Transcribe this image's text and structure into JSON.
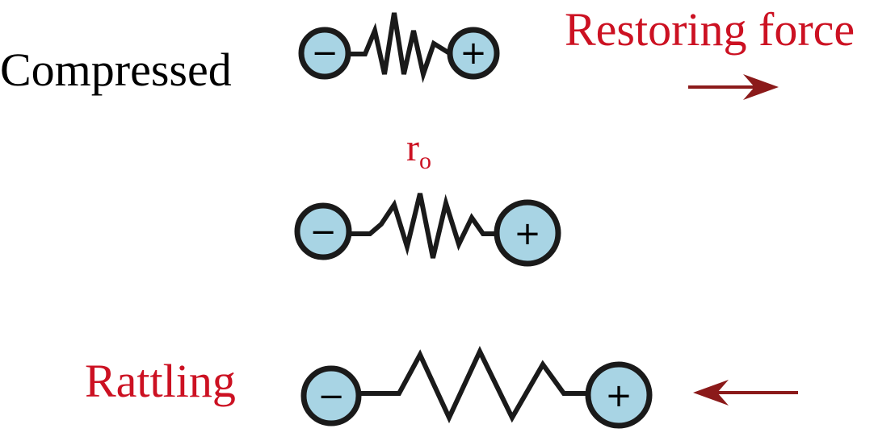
{
  "diagram": {
    "labels": {
      "compressed": "Compressed",
      "restoring_force": "Restoring force",
      "rattling": "Rattling",
      "r_symbol": "r",
      "r_subscript": "o"
    },
    "ion_signs": {
      "negative": "−",
      "positive": "+"
    },
    "colors": {
      "ion_fill": "#a8d4e4",
      "ion_outline": "#1a1a1a",
      "spring": "#1a1a1a",
      "label_red": "#cc1122",
      "label_black": "#000000",
      "arrow": "#8b1a1a"
    },
    "icons": {
      "arrow_right": "arrow-right-icon",
      "arrow_left": "arrow-left-icon",
      "negative_ion": "negative-ion-icon",
      "positive_ion": "positive-ion-icon",
      "spring": "spring-icon"
    }
  }
}
